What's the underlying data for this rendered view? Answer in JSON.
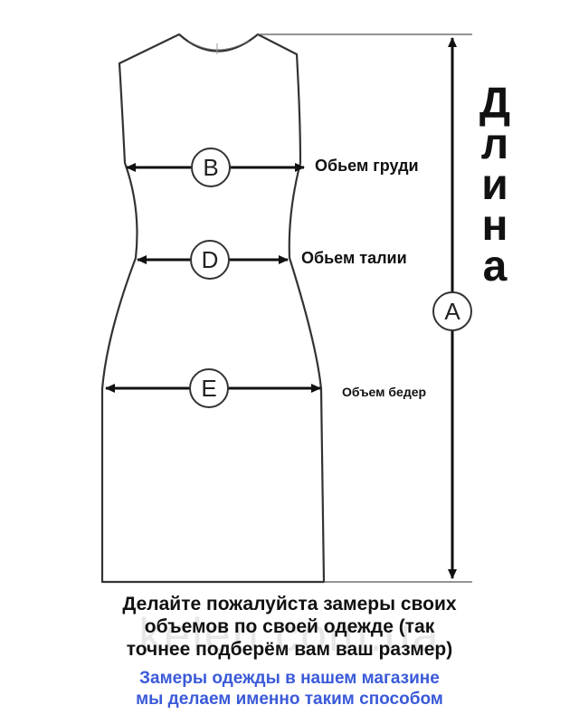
{
  "markers": {
    "A": "A",
    "B": "B",
    "D": "D",
    "E": "E"
  },
  "labels": {
    "chest": "Обьем груди",
    "waist": "Обьем талии",
    "hips": "Объем бедер"
  },
  "length_letters": [
    "Д",
    "л",
    "и",
    "н",
    "а"
  ],
  "note_main": [
    "Делайте пожалуйста замеры своих",
    "объемов по своей одежде (так",
    "точнее подберём вам ваш размер)"
  ],
  "note_sub": [
    "Замеры одежды в нашем магазине",
    "мы делаем именно таким способом"
  ],
  "watermark": "kelen.com.ua",
  "colors": {
    "outline": "#333333",
    "note_sub": "#3a5ad8"
  }
}
